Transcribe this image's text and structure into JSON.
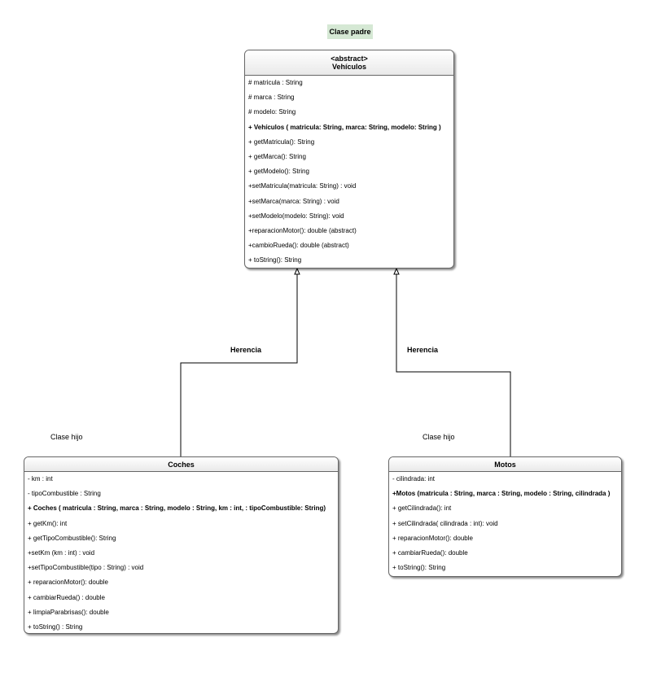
{
  "labels": {
    "parent_class": "Clase padre",
    "inheritance_left": "Herencia",
    "inheritance_right": "Herencia",
    "child_left": "Clase hijo",
    "child_right": "Clase hijo"
  },
  "vehiculos": {
    "stereotype": "<abstract>",
    "name": "Vehículos",
    "members": [
      {
        "text": "# matricula : String",
        "bold": false
      },
      {
        "text": "# marca : String",
        "bold": false
      },
      {
        "text": "# modelo: String",
        "bold": false
      },
      {
        "text": "+ Vehículos ( matricula: String, marca: String, modelo: String )",
        "bold": true
      },
      {
        "text": "+ getMatricula(): String",
        "bold": false
      },
      {
        "text": "+ getMarca(): String",
        "bold": false
      },
      {
        "text": "+ getModelo(): String",
        "bold": false
      },
      {
        "text": "+setMatricula(matricula: String) : void",
        "bold": false
      },
      {
        "text": "+setMarca(marca: String) : void",
        "bold": false
      },
      {
        "text": "+setModelo(modelo: String): void",
        "bold": false
      },
      {
        "text": "+reparacionMotor(): double (abstract)",
        "bold": false
      },
      {
        "text": "+cambioRueda(): double (abstract)",
        "bold": false
      },
      {
        "text": "+ toString(): String",
        "bold": false
      }
    ]
  },
  "coches": {
    "name": "Coches",
    "members": [
      {
        "text": "- km : int",
        "bold": false
      },
      {
        "text": "- tipoCombustible : String",
        "bold": false
      },
      {
        "text": "+ Coches ( matricula : String, marca : String, modelo : String, km : int, : tipoCombustible: String)",
        "bold": true
      },
      {
        "text": "+ getKm(): int",
        "bold": false
      },
      {
        "text": "+ getTipoCombustible(): String",
        "bold": false
      },
      {
        "text": "+setKm (km : int) : void",
        "bold": false
      },
      {
        "text": "+setTipoCombustible(tipo : String) : void",
        "bold": false
      },
      {
        "text": "+ reparacionMotor(): double",
        "bold": false
      },
      {
        "text": "+ cambiarRueda() : double",
        "bold": false
      },
      {
        "text": "+ limpiaParabrisas(): double",
        "bold": false
      },
      {
        "text": "+ toString() : String",
        "bold": false
      }
    ]
  },
  "motos": {
    "name": "Motos",
    "members": [
      {
        "text": "- cilindrada: int",
        "bold": false
      },
      {
        "text": "+Motos (matricula : String, marca : String, modelo : String, cilindrada )",
        "bold": true
      },
      {
        "text": "+ getCilindrada(): int",
        "bold": false
      },
      {
        "text": "+ setCilindrada( cilindrada : int): void",
        "bold": false
      },
      {
        "text": "+ reparacionMotor(): double",
        "bold": false
      },
      {
        "text": "+ cambiarRueda(): double",
        "bold": false
      },
      {
        "text": "+ toString(): String",
        "bold": false
      }
    ]
  }
}
